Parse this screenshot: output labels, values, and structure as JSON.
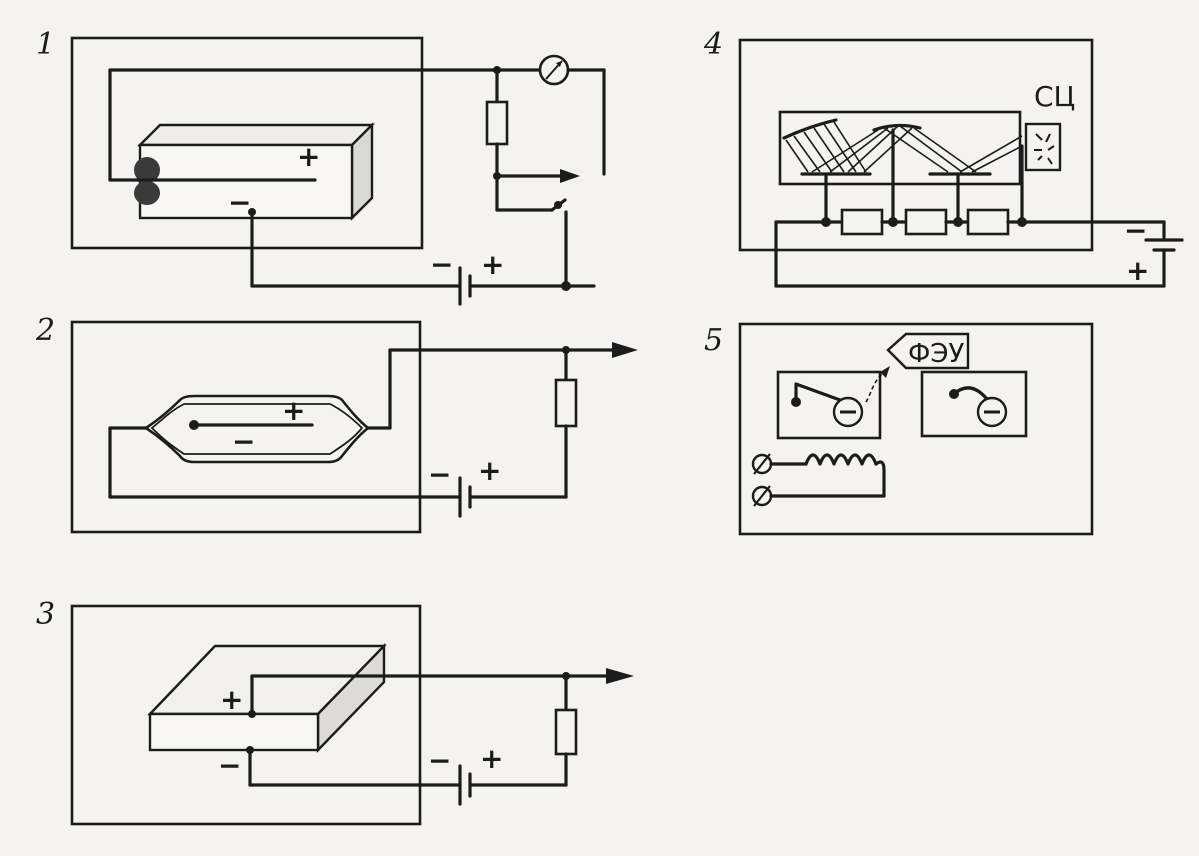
{
  "panels": [
    {
      "number": "1"
    },
    {
      "number": "2"
    },
    {
      "number": "3"
    },
    {
      "number": "4",
      "label": "СЦ"
    },
    {
      "number": "5",
      "label": "ФЭУ"
    }
  ],
  "signs": {
    "minus": "−",
    "plus": "+"
  }
}
